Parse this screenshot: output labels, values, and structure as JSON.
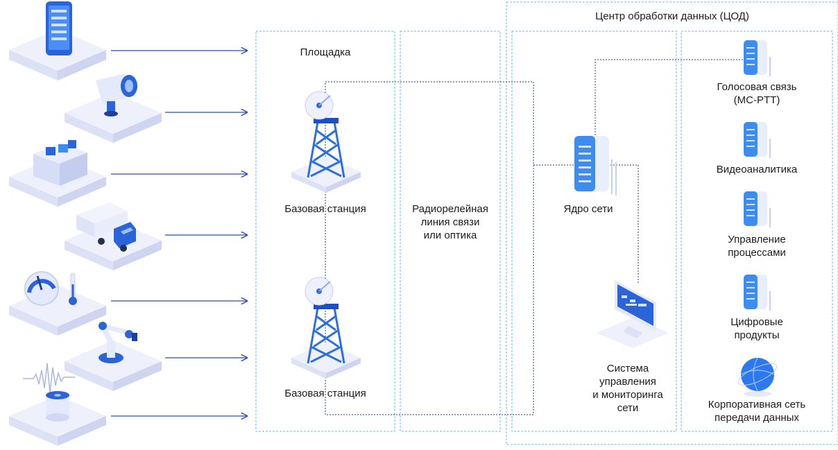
{
  "diagram": {
    "dpc_title": "Центр обработки данных (ЦОД)",
    "site_title": "Площадка",
    "base_station_top": "Базовая станция",
    "base_station_bottom": "Базовая станция",
    "radio_link": [
      "Радиорелейная",
      "линия связи",
      "или оптика"
    ],
    "core": "Ядро сети",
    "monitoring": [
      "Система",
      "управления",
      "и мониторинга",
      "сети"
    ],
    "services": {
      "voice": [
        "Голосовая связь",
        "(MC-PTT)"
      ],
      "video": [
        "Видеоаналитика"
      ],
      "process": [
        "Управление",
        "процессами"
      ],
      "digital": [
        "Цифровые",
        "продукты"
      ],
      "corporate": [
        "Корпоративная сеть",
        "передачи данных"
      ]
    },
    "devices": [
      "smartphone-icon",
      "cctv-camera-icon",
      "smart-meter-icon",
      "truck-icon",
      "gauge-thermometer-icon",
      "robot-arm-icon",
      "smart-speaker-icon"
    ],
    "colors": {
      "frame": "#5ec0e0",
      "link": "#1f3a8a",
      "arrow": "#2d4bb5",
      "tower": "#2d6fe0",
      "server": "#3d8cf0",
      "platform": "#e9ecfb"
    }
  }
}
